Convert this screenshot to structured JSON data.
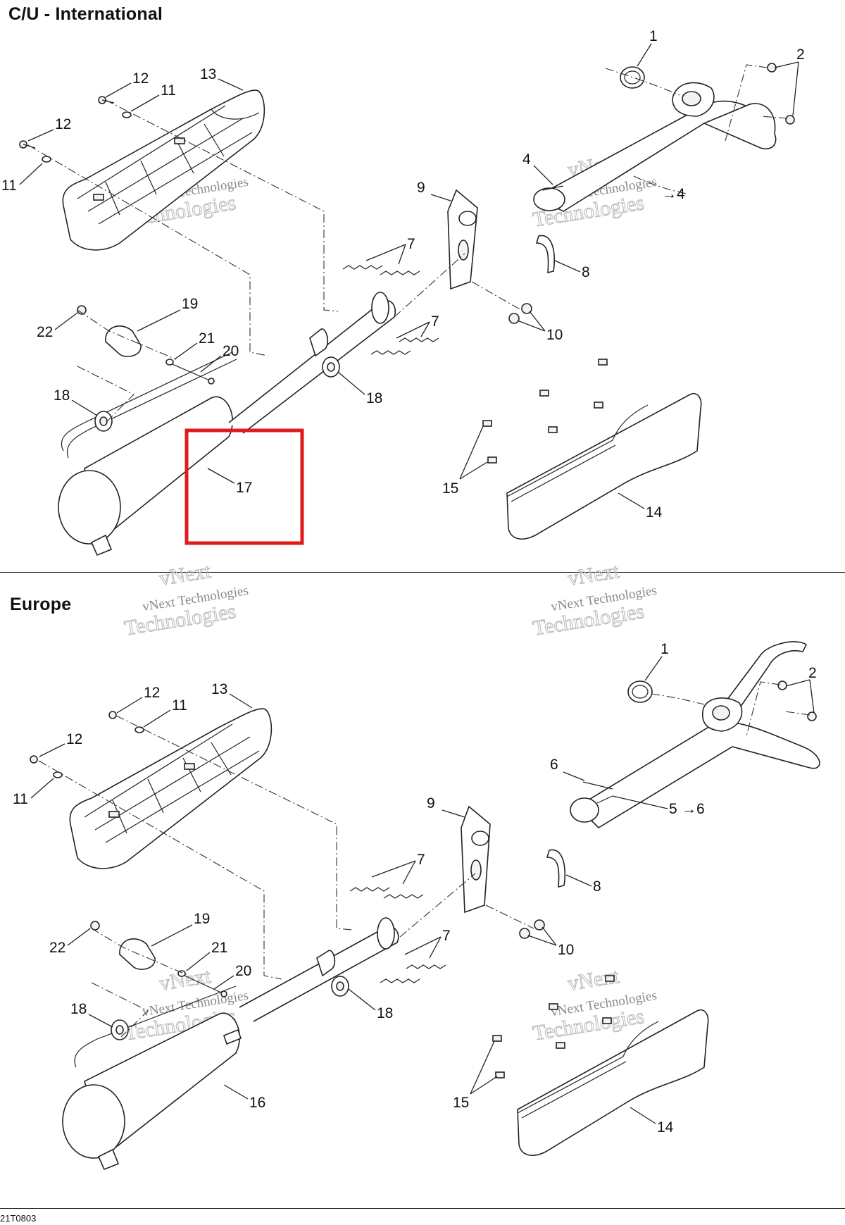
{
  "sections": [
    {
      "title": "C/U - International",
      "callouts": [
        "1",
        "2",
        "4",
        "→4",
        "7",
        "7",
        "8",
        "9",
        "10",
        "11",
        "11",
        "12",
        "12",
        "13",
        "14",
        "15",
        "17",
        "18",
        "18",
        "19",
        "20",
        "21",
        "22"
      ]
    },
    {
      "title": "Europe",
      "callouts": [
        "1",
        "2",
        "5",
        "→6",
        "6",
        "7",
        "7",
        "8",
        "9",
        "10",
        "11",
        "11",
        "12",
        "12",
        "13",
        "14",
        "15",
        "16",
        "18",
        "18",
        "19",
        "20",
        "21",
        "22"
      ]
    }
  ],
  "highlight": {
    "label": "17",
    "color": "#e01b1b"
  },
  "watermark": {
    "line1": "vNext",
    "line2": "vNext Technologies",
    "line3": "Technologies"
  },
  "reference_code": "21T0803"
}
